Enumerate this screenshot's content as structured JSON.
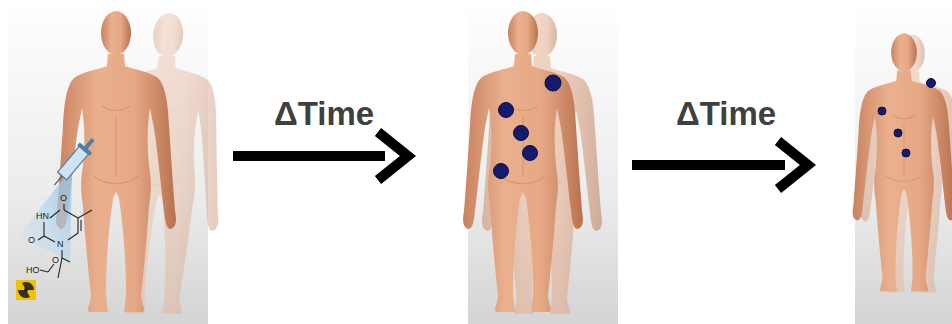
{
  "diagram": {
    "labels": [
      "ΔTime",
      "ΔTime",
      "O",
      "HN",
      "O",
      "N",
      "HO",
      "O"
    ]
  }
}
